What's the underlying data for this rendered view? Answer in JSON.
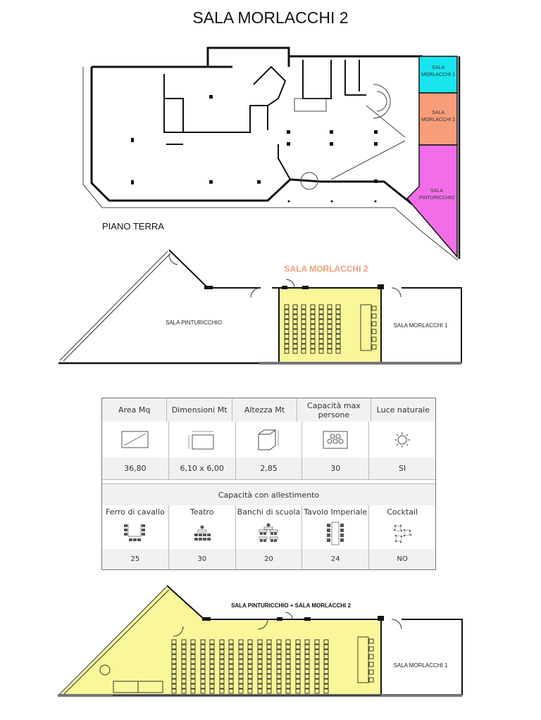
{
  "page": {
    "title": "SALA MORLACCHI 2"
  },
  "ground_floor_plan": {
    "floor_label": "PIANO TERRA",
    "rooms": [
      {
        "label_line1": "SALA",
        "label_line2": "MORLACCHI 1",
        "color": "#19e5ee"
      },
      {
        "label_line1": "SALA",
        "label_line2": "MORLACCHI 2",
        "color": "#f79d7a"
      },
      {
        "label_line1": "SALA",
        "label_line2": "PINTURICCHIO",
        "color": "#f26ee8"
      }
    ]
  },
  "room_plan": {
    "highlight_title": "SALA MORLACCHI 2",
    "highlight_color": "#f0a07a",
    "fill_color": "#f9f79a",
    "left_room": "SALA PINTURICCHIO",
    "right_room": "SALA MORLACCHI 1"
  },
  "specs_table": {
    "headers": [
      "Area Mq",
      "Dimensioni Mt",
      "Altezza Mt",
      "Capacità max persone",
      "Luce naturale"
    ],
    "icons": [
      "area-icon",
      "dimensions-icon",
      "height-cube-icon",
      "capacity-people-icon",
      "sun-icon"
    ],
    "values": [
      "36,80",
      "6,10 x 6,00",
      "2,85",
      "30",
      "SI"
    ],
    "setup_title": "Capacità con allestimento",
    "setup_headers": [
      "Ferro di cavallo",
      "Teatro",
      "Banchi di scuola",
      "Tavolo Imperiale",
      "Cocktail"
    ],
    "setup_icons": [
      "horseshoe-layout-icon",
      "theatre-layout-icon",
      "classroom-layout-icon",
      "imperial-table-icon",
      "cocktail-layout-icon"
    ],
    "setup_values": [
      "25",
      "30",
      "20",
      "24",
      "NO"
    ]
  },
  "combined_plan": {
    "title": "SALA PINTURICCHIO + SALA MORLACCHI 2",
    "right_room": "SALA MORLACCHI 1",
    "fill_color": "#f9f79a"
  }
}
